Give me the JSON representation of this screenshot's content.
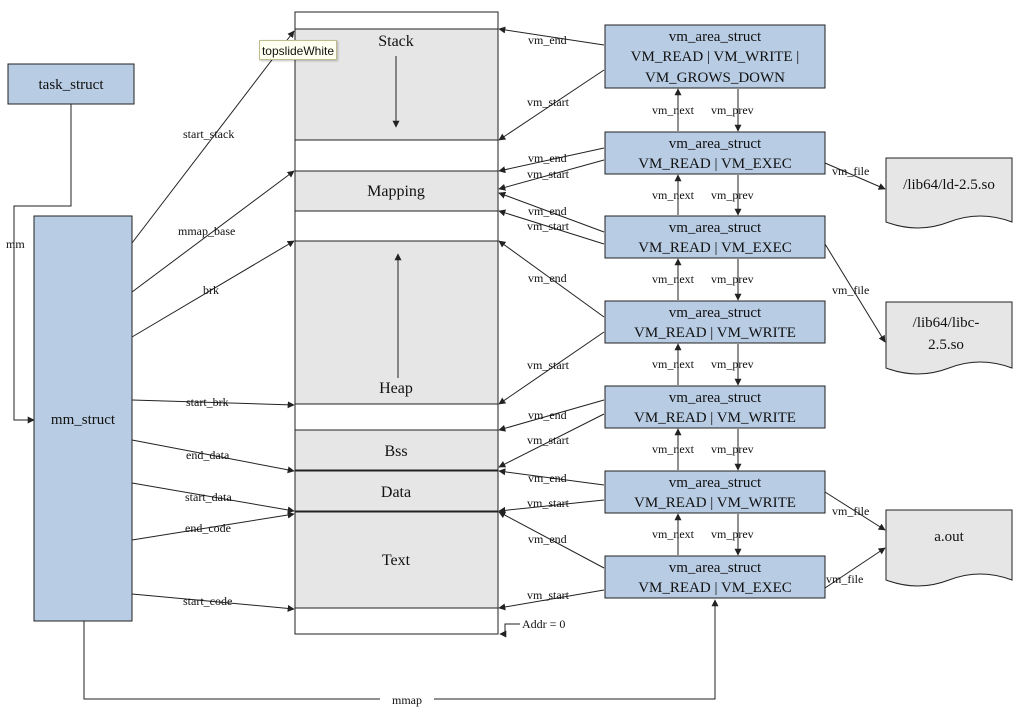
{
  "tooltip": {
    "text": "topslideWhite"
  },
  "colors": {
    "box_fill": "#b8cce4",
    "segment_fill": "#e6e6e6",
    "file_fill": "#e6e6e6",
    "stroke": "#222222"
  },
  "task_struct": "task_struct",
  "mm_struct": "mm_struct",
  "mm_label": "mm",
  "mmap_label": "mmap",
  "mm_fields": {
    "start_stack": "start_stack",
    "mmap_base": "mmap_base",
    "brk": "brk",
    "start_brk": "start_brk",
    "end_data": "end_data",
    "start_data": "start_data",
    "end_code": "end_code",
    "start_code": "start_code"
  },
  "segments": {
    "stack": "Stack",
    "mapping": "Mapping",
    "heap": "Heap",
    "bss": "Bss",
    "data": "Data",
    "text": "Text"
  },
  "addr_zero": "Addr = 0",
  "vma_title": "vm_area_struct",
  "vmas": [
    {
      "line1": "VM_READ | VM_WRITE |",
      "line2": "VM_GROWS_DOWN"
    },
    {
      "line1": "VM_READ | VM_EXEC"
    },
    {
      "line1": "VM_READ | VM_EXEC"
    },
    {
      "line1": "VM_READ | VM_WRITE"
    },
    {
      "line1": "VM_READ | VM_WRITE"
    },
    {
      "line1": "VM_READ | VM_WRITE"
    },
    {
      "line1": "VM_READ | VM_EXEC"
    }
  ],
  "vm_labels": {
    "vm_end": "vm_end",
    "vm_start": "vm_start",
    "vm_next": "vm_next",
    "vm_prev": "vm_prev",
    "vm_file": "vm_file"
  },
  "files": {
    "ld": "/lib64/ld-2.5.so",
    "libc_line1": "/lib64/libc-",
    "libc_line2": "2.5.so",
    "aout": "a.out"
  }
}
